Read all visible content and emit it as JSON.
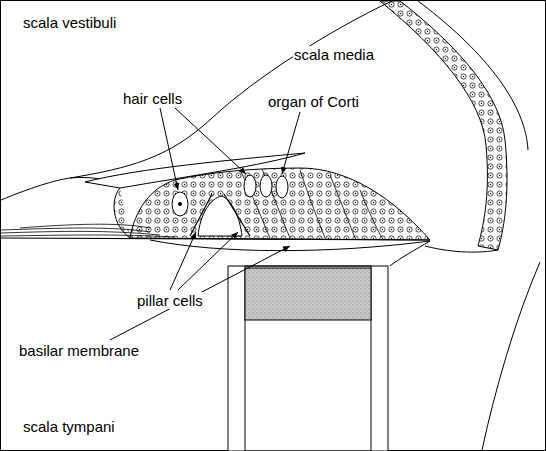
{
  "diagram": {
    "labels": [
      "scala vestibuli",
      "scala media",
      "hair cells",
      "organ of Corti",
      "pillar cells",
      "basilar membrane",
      "scala tympani"
    ]
  }
}
